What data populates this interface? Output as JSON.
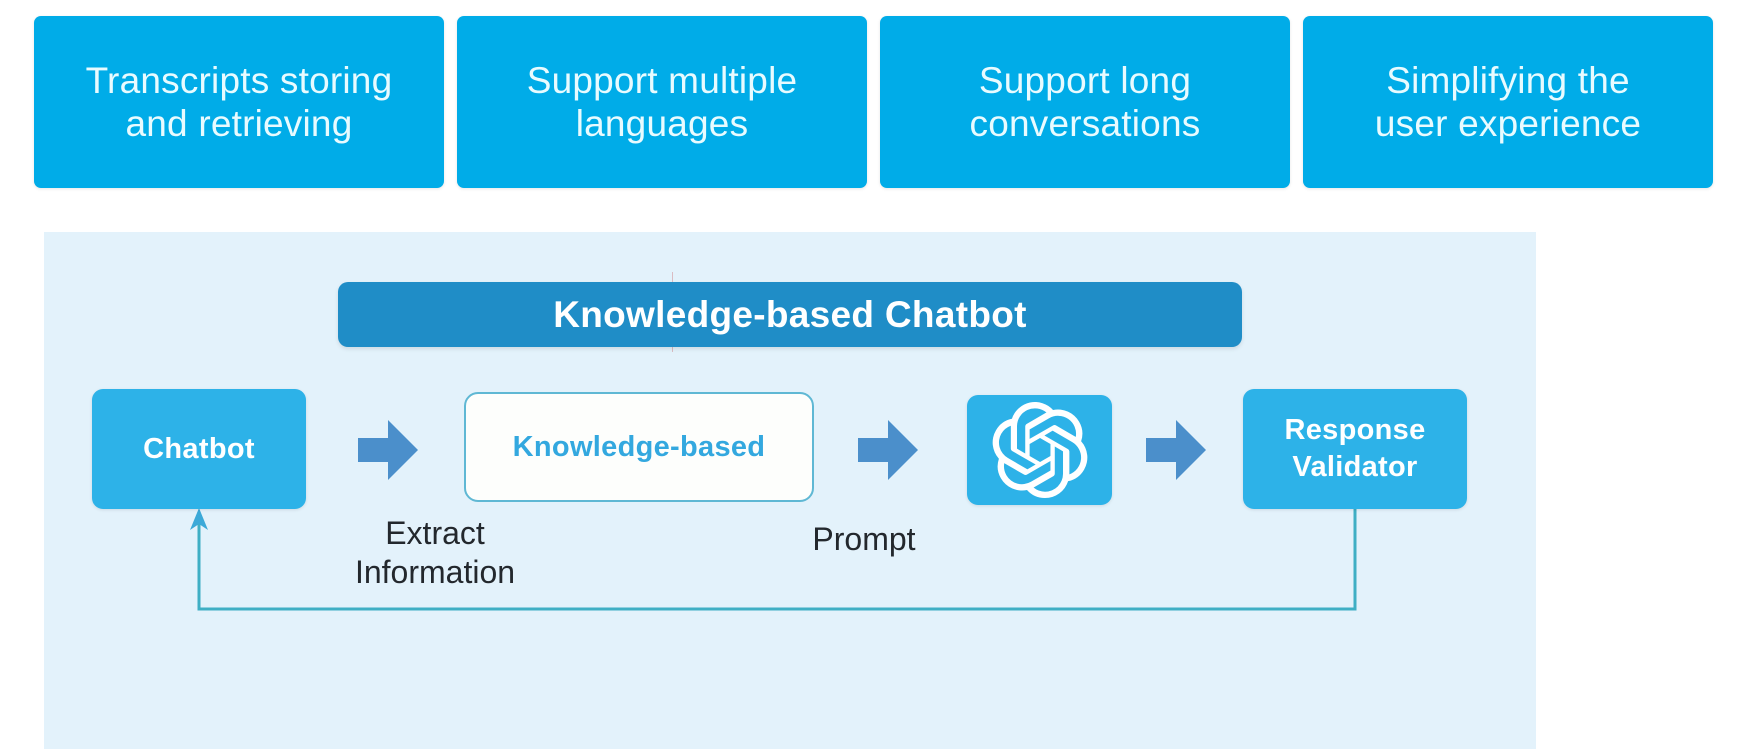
{
  "features": {
    "cards": [
      {
        "label": "Transcripts storing and retrieving",
        "line1": "Transcripts storing",
        "line2": "and retrieving"
      },
      {
        "label": "Support multiple languages",
        "line1": "Support multiple",
        "line2": "languages"
      },
      {
        "label": "Support long conversations",
        "line1": "Support long",
        "line2": "conversations"
      },
      {
        "label": "Simplifying the user experience",
        "line1": "Simplifying the",
        "line2": "user experience"
      }
    ]
  },
  "diagram": {
    "header_title": "Knowledge-based Chatbot",
    "nodes": {
      "chatbot": "Chatbot",
      "knowledge": "Knowledge-based",
      "openai_icon": "openai-logo-icon",
      "validator_line1": "Response",
      "validator_line2": "Validator"
    },
    "edges": {
      "extract_line1": "Extract",
      "extract_line2": "Information",
      "prompt": "Prompt"
    },
    "icons": {
      "arrow_1": "right-arrow-icon",
      "arrow_2": "right-arrow-icon",
      "arrow_3": "right-arrow-icon",
      "feedback": "feedback-loop-arrow-icon"
    }
  },
  "colors": {
    "feature_card_blue": "#00ACE8",
    "feature_card_text": "#E8FBFF",
    "panel_background": "#E3F2FB",
    "header_bar_blue": "#1F8DC7",
    "node_blue": "#2DB2E8",
    "knowledge_card_bg": "#FDFEFC",
    "knowledge_card_border": "#5FB8D4",
    "knowledge_card_text": "#33A8DF",
    "arrow_blue": "#4B8FCB",
    "loop_line_teal": "#3FAFC4",
    "label_text": "#23282D",
    "page_background": "#FFFFFF"
  }
}
